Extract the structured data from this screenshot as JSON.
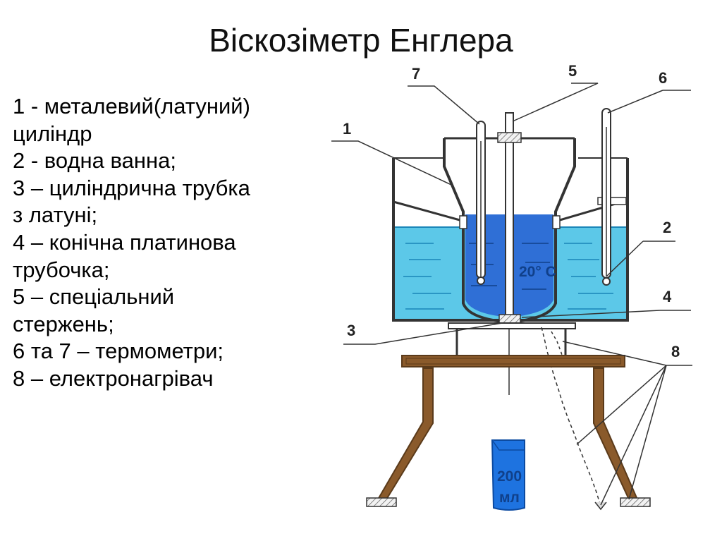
{
  "title": "Віскозіметр Енглера",
  "legend": [
    "1 - металевий(латуний)",
    "циліндр",
    "2 - водна ванна;",
    "3  – циліндрична трубка",
    "з латуні;",
    "4 – конічна платинова",
    "трубочка;",
    "5 – спеціальний",
    "стержень;",
    "6 та 7 – термометри;",
    "8  – електронагрівач"
  ],
  "diagram": {
    "callouts": [
      "1",
      "2",
      "3",
      "4",
      "5",
      "6",
      "7",
      "8"
    ],
    "temperature_label": "20° C",
    "flask_volume": "200",
    "flask_unit": "мл"
  },
  "colors": {
    "water": "#5cc8e8",
    "water_dark": "#1a86b8",
    "cup_blue": "#2f6fd6",
    "flask_blue": "#1e73e0",
    "stand_brown": "#8a5a2b",
    "stand_dark": "#5a3a1a",
    "line": "#222222",
    "inner_text": "#10408a"
  }
}
